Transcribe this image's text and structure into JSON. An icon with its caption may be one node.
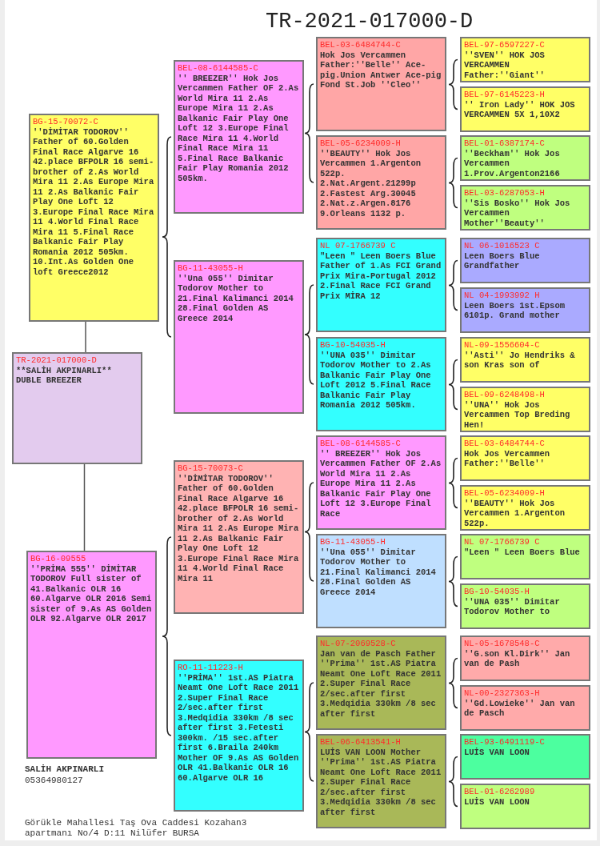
{
  "diagram": {
    "title": "TR-2021-017000-D",
    "nodes": [
      {
        "text": [
          "TR-2021-017000-D",
          "**SALİH AKPINARLI** DUBLE BREEZER"
        ]
      },
      {
        "text": [
          "BG-15-70072-C",
          "''DİMİTAR TODOROV'' Father of 60.Golden Final Race Algarve 16 42.place BFPOLR 16 semi- brother of 2.As World Mira 11 2.As Europe Mira 11 2.As Balkanic Fair Play One Loft 12 3.Europe Final Race Mira 11 4.World Final Race Mira 11 5.Final Race Balkanic Fair Play Romania 2012 505km. 10.Int.As Golden One loft Greece2012"
        ]
      },
      {
        "text": [
          "BG-16-09555",
          "''PRİMA 555'' DİMİTAR TODOROV Full sister of 41.Balkanic OLR 16 60.Algarve OLR 2016 Semi sister of 9.As AS Golden OLR 92.Algarve OLR 2017"
        ]
      },
      {
        "text": [
          "BEL-08-6144585-C",
          "'' BREEZER'' Hok Jos Vercammen Father OF 2.As World Mira 11 2.As Europe Mira 11 2.As Balkanic Fair Play One Loft 12 3.Europe Final Race Mira 11 4.World Final Race Mira 11 5.Final Race Balkanic Fair Play Romania 2012 505km."
        ]
      },
      {
        "text": [
          "BG-11-43055-H",
          "''Una 055'' Dimitar Todorov Mother to 21.Final Kalimanci 2014 28.Final Golden AS Greece 2014"
        ]
      },
      {
        "text": [
          "BG-15-70073-C",
          "''DİMİTAR TODOROV'' Father of 60.Golden Final Race Algarve 16 42.place BFPOLR 16 semi- brother of 2.As World Mira 11 2.As Europe Mira 11 2.As Balkanic Fair Play One Loft 12 3.Europe Final Race Mira 11 4.World Final Race Mira 11"
        ]
      },
      {
        "text": [
          "RO-11-11223-H",
          "''PRİMA'' 1st.AS Piatra Neamt One Loft Race 2011 2.Super Final Race 2/sec.after first 3.Medqidia 330km /8 sec after first 3.Fetesti 300km. /15 sec.after first 6.Braila 240km Mother OF 9.As AS Golden OLR 41.Balkanic OLR 16 60.Algarve OLR 16"
        ]
      },
      {
        "text": [
          "BEL-03-6484744-C",
          "Hok Jos Vercammen Father:''Belle'' Ace-pig.Union Antwer Ace-pig Fond St.Job ''Cleo''"
        ]
      },
      {
        "text": [
          "BEL-05-6234009-H",
          "''BEAUTY'' Hok Jos Vercammen 1.Argenton 522p. 2.Nat.Argent.21299p 2.Fastest Arg.30045 2.Nat.z.Argen.8176 9.Orleans 1132 p."
        ]
      },
      {
        "text": [
          "NL 07-1766739 C",
          "\"Leen \" Leen Boers Blue Father of 1.As FCI Grand Prix Mira-Portugal 2012 2.Final Race FCI Grand Prix MİRA 12"
        ]
      },
      {
        "text": [
          "BG-10-54035-H",
          "''UNA 035'' Dimitar Todorov Mother to 2.As Balkanic Fair Play One Loft 2012 5.Final Race Balkanic Fair Play Romania 2012 505km."
        ]
      },
      {
        "text": [
          "BEL-08-6144585-C",
          "'' BREEZER'' Hok Jos Vercammen Father OF 2.As World Mira 11 2.As Europe Mira 11 2.As Balkanic Fair Play One Loft 12 3.Europe Final Race"
        ]
      },
      {
        "text": [
          "BG-11-43055-H",
          "''Una 055'' Dimitar Todorov Mother to 21.Final Kalimanci 2014 28.Final Golden AS Greece 2014"
        ]
      },
      {
        "text": [
          "NL-07-2069528-C",
          "Jan van de Pasch Father ''Prima'' 1st.AS Piatra Neamt One Loft Race 2011 2.Super Final Race 2/sec.after first 3.Medqidia 330km /8 sec after first"
        ]
      },
      {
        "text": [
          "BEL-06-6413541-H",
          "LUİS VAN LOON Mother ''Prima'' 1st.AS Piatra Neamt One Loft Race 2011 2.Super Final Race 2/sec.after first 3.Medqidia 330km /8 sec after first"
        ]
      },
      {
        "text": [
          "BEL-97-6597227-C",
          "''SVEN'' HOK JOS VERCAMMEN Father:''Giant''"
        ]
      },
      {
        "text": [
          "BEL-97-6145223-H",
          "'' Iron Lady'' HOK JOS VERCAMMEN 5X 1,10X2"
        ]
      },
      {
        "text": [
          "BEL-01-6387174-C",
          "''Beckham'' Hok Jos Vercammen 1.Prov.Argenton2166"
        ]
      },
      {
        "text": [
          "BEL-03-6287053-H",
          "''Sis Bosko'' Hok Jos Vercammen Mother''Beauty''"
        ]
      },
      {
        "text": [
          "NL 06-1016523 C",
          "Leen Boers Blue Grandfather"
        ]
      },
      {
        "text": [
          "NL 04-1993992 H",
          "Leen Boers 1st.Epsom 6101p. Grand mother"
        ]
      },
      {
        "text": [
          "NL-09-1556604-C",
          "''Asti'' Jo Hendriks & son Kras son of"
        ]
      },
      {
        "text": [
          "BEL-09-6248498-H",
          "''UNA'' Hok Jos Vercammen Top Breding Hen!"
        ]
      },
      {
        "text": [
          "BEL-03-6484744-C",
          "Hok Jos Vercammen Father:''Belle''"
        ]
      },
      {
        "text": [
          "BEL-05-6234009-H",
          "''BEAUTY'' Hok Jos Vercammen 1.Argenton 522p."
        ]
      },
      {
        "text": [
          "NL 07-1766739 C",
          "\"Leen \" Leen Boers Blue"
        ]
      },
      {
        "text": [
          "BG-10-54035-H",
          "''UNA 035'' Dimitar Todorov Mother to"
        ]
      },
      {
        "text": [
          "NL-05-1678548-C",
          "''G.son Kl.Dirk'' Jan van de Pash"
        ]
      },
      {
        "text": [
          "NL-00-2327363-H",
          "''Gd.Lowieke'' Jan van de Pasch"
        ]
      },
      {
        "text": [
          "BEL-93-6491119-C",
          "LUİS VAN LOON"
        ]
      },
      {
        "text": [
          "BEL-01-6262989",
          "LUİS VAN LOON"
        ]
      }
    ],
    "edges": [
      {
        "from": 0,
        "to": 1,
        "arrow": "none"
      },
      {
        "from": 0,
        "to": 2,
        "arrow": "none"
      }
    ],
    "labels": [
      "SALİH AKPINARLI",
      "05364980127",
      "Görükle Mahallesi Taş Ova Caddesi Kozahan3 apartmanı No/4 D:11 Nilüfer BURSA"
    ]
  }
}
